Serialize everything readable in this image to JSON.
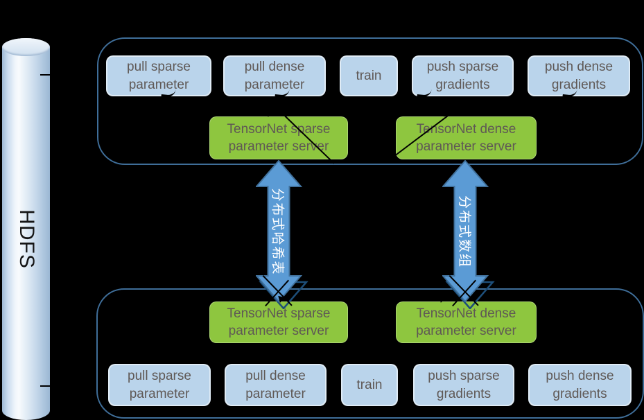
{
  "diagram": {
    "hdfs_label": "HDFS",
    "top_worker": {
      "tasks": [
        "pull sparse parameter",
        "pull dense parameter",
        "train",
        "push sparse gradients",
        "push dense gradients"
      ],
      "servers": [
        "TensorNet sparse parameter server",
        "TensorNet dense parameter server"
      ]
    },
    "bottom_worker": {
      "tasks": [
        "pull sparse parameter",
        "pull dense parameter",
        "train",
        "push sparse gradients",
        "push dense gradients"
      ],
      "servers": [
        "TensorNet sparse parameter server",
        "TensorNet dense parameter server"
      ]
    },
    "arrows": [
      {
        "label": "分布式哈希表"
      },
      {
        "label": "分布式数组"
      }
    ],
    "colors": {
      "background": "#000000",
      "task_box_fill": "#bad4eb",
      "server_box_fill": "#8ec63f",
      "box_text": "#5f5855",
      "container_border": "#3f6e99",
      "arrow_fill": "#5b9bd5",
      "arrow_border": "#41719c",
      "arrow_text": "#ffffff",
      "cylinder_fill": "#d9e6f3",
      "hdfs_text": "#151515",
      "connector_line": "#000000"
    }
  }
}
